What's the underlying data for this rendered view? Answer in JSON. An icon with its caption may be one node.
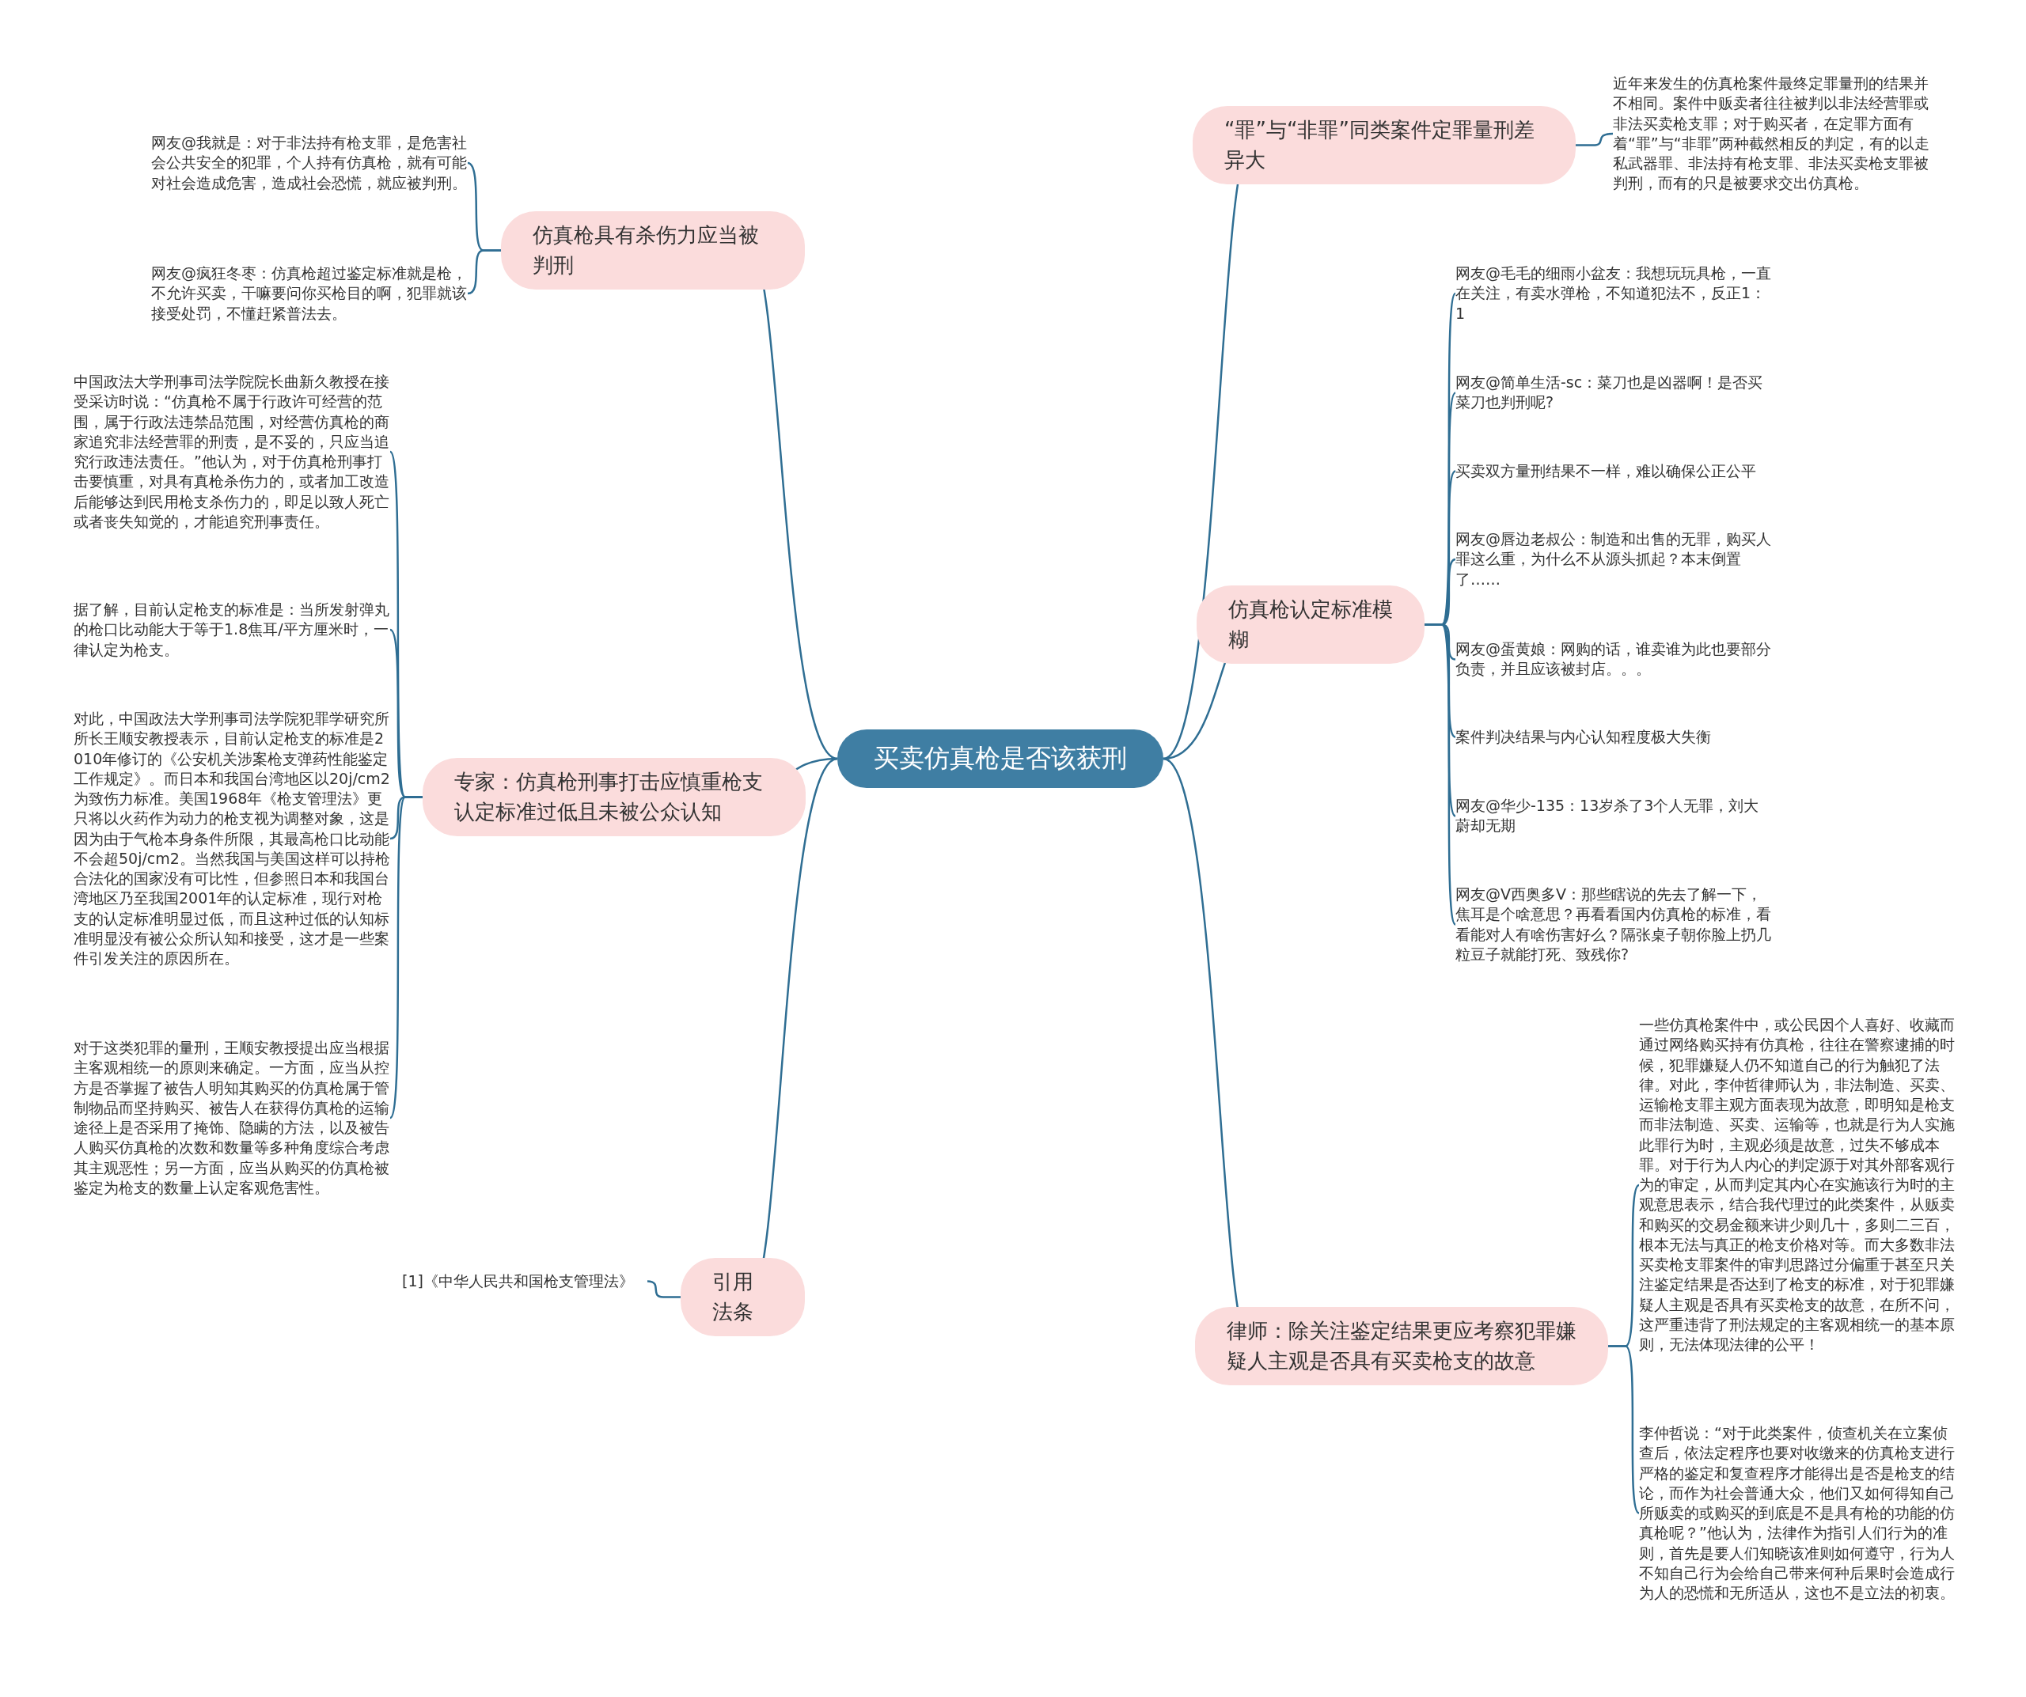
{
  "diagram": {
    "nodes": [
      {
        "text": [
          "买卖仿真枪是否该获刑"
        ]
      },
      {
        "text": [
          "仿真枪具有杀伤力应当被判刑"
        ]
      },
      {
        "text": [
          "网友@我就是：对于非法持有枪支罪，是危害社会公共安全的犯罪，个人持有仿真枪，就有可能对社会造成危害，造成社会恐慌，就应被判刑。"
        ]
      },
      {
        "text": [
          "网友@疯狂冬枣：仿真枪超过鉴定标准就是枪，不允许买卖，干嘛要问你买枪目的啊，犯罪就该接受处罚，不懂赶紧普法去。"
        ]
      },
      {
        "text": [
          "专家：仿真枪刑事打击应慎重枪支认定标准过低且未被公众认知"
        ]
      },
      {
        "text": [
          "中国政法大学刑事司法学院院长曲新久教授在接受采访时说：“仿真枪不属于行政许可经营的范围，属于行政法违禁品范围，对经营仿真枪的商家追究非法经营罪的刑责，是不妥的，只应当追究行政违法责任。”他认为，对于仿真枪刑事打击要慎重，对具有真枪杀伤力的，或者加工改造后能够达到民用枪支杀伤力的，即足以致人死亡或者丧失知觉的，才能追究刑事责任。"
        ]
      },
      {
        "text": [
          "据了解，目前认定枪支的标准是：当所发射弹丸的枪口比动能大于等于1.8焦耳/平方厘米时，一律认定为枪支。"
        ]
      },
      {
        "text": [
          "对此，中国政法大学刑事司法学院犯罪学研究所所长王顺安教授表示，目前认定枪支的标准是2010年修订的《公安机关涉案枪支弹药性能鉴定工作规定》。而日本和我国台湾地区以20j/cm2为致伤力标准。美国1968年《枪支管理法》更只将以火药作为动力的枪支视为调整对象，这是因为由于气枪本身条件所限，其最高枪口比动能不会超50j/cm2。当然我国与美国这样可以持枪合法化的国家没有可比性，但参照日本和我国台湾地区乃至我国2001年的认定标准，现行对枪支的认定标准明显过低，而且这种过低的认知标准明显没有被公众所认知和接受，这才是一些案件引发关注的原因所在。"
        ]
      },
      {
        "text": [
          "对于这类犯罪的量刑，王顺安教授提出应当根据主客观相统一的原则来确定。一方面，应当从控方是否掌握了被告人明知其购买的仿真枪属于管制物品而坚持购买、被告人在获得仿真枪的运输途径上是否采用了掩饰、隐瞒的方法，以及被告人购买仿真枪的次数和数量等多种角度综合考虑其主观恶性；另一方面，应当从购买的仿真枪被鉴定为枪支的数量上认定客观危害性。"
        ]
      },
      {
        "text": [
          "引用法条"
        ]
      },
      {
        "text": [
          "[1]《中华人民共和国枪支管理法》"
        ]
      },
      {
        "text": [
          "“罪”与“非罪”同类案件定罪量刑差异大"
        ]
      },
      {
        "text": [
          "近年来发生的仿真枪案件最终定罪量刑的结果并不相同。案件中贩卖者往往被判以非法经营罪或非法买卖枪支罪；对于购买者，在定罪方面有着“罪”与“非罪”两种截然相反的判定，有的以走私武器罪、非法持有枪支罪、非法买卖枪支罪被判刑，而有的只是被要求交出仿真枪。"
        ]
      },
      {
        "text": [
          "仿真枪认定标准模糊"
        ]
      },
      {
        "text": [
          "网友@毛毛的细雨小盆友：我想玩玩具枪，一直在关注，有卖水弹枪，不知道犯法不，反正1：1"
        ]
      },
      {
        "text": [
          "网友@简单生活-sc：菜刀也是凶器啊！是否买菜刀也判刑呢?"
        ]
      },
      {
        "text": [
          "买卖双方量刑结果不一样，难以确保公正公平"
        ]
      },
      {
        "text": [
          "网友@唇边老叔公：制造和出售的无罪，购买人罪这么重，为什么不从源头抓起？本末倒置了……"
        ]
      },
      {
        "text": [
          "网友@蛋黄娘：网购的话，谁卖谁为此也要部分负责，并且应该被封店。。。"
        ]
      },
      {
        "text": [
          "案件判决结果与内心认知程度极大失衡"
        ]
      },
      {
        "text": [
          "网友@华少-135：13岁杀了3个人无罪，刘大蔚却无期"
        ]
      },
      {
        "text": [
          "网友@V西奥多V：那些瞎说的先去了解一下，焦耳是个啥意思？再看看国内仿真枪的标准，看看能对人有啥伤害好么？隔张桌子朝你脸上扔几粒豆子就能打死、致残你?"
        ]
      },
      {
        "text": [
          "律师：除关注鉴定结果更应考察犯罪嫌疑人主观是否具有买卖枪支的故意"
        ]
      },
      {
        "text": [
          "一些仿真枪案件中，或公民因个人喜好、收藏而通过网络购买持有仿真枪，往往在警察逮捕的时候，犯罪嫌疑人仍不知道自己的行为触犯了法律。对此，李仲哲律师认为，非法制造、买卖、运输枪支罪主观方面表现为故意，即明知是枪支而非法制造、买卖、运输等，也就是行为人实施此罪行为时，主观必须是故意，过失不够成本罪。对于行为人内心的判定源于对其外部客观行为的审定，从而判定其内心在实施该行为时的主观意思表示，结合我代理过的此类案件，从贩卖和购买的交易金额来讲少则几十，多则二三百，根本无法与真正的枪支价格对等。而大多数非法买卖枪支罪案件的审判思路过分偏重于甚至只关注鉴定结果是否达到了枪支的标准，对于犯罪嫌疑人主观是否具有买卖枪支的故意，在所不问，这严重违背了刑法规定的主客观相统一的基本原则，无法体现法律的公平！"
        ]
      },
      {
        "text": [
          "李仲哲说：“对于此类案件，侦查机关在立案侦查后，依法定程序也要对收缴来的仿真枪支进行严格的鉴定和复查程序才能得出是否是枪支的结论，而作为社会普通大众，他们又如何得知自己所贩卖的或购买的到底是不是具有枪的功能的仿真枪呢？”他认为，法律作为指引人们行为的准则，首先是要人们知晓该准则如何遵守，行为人不知自己行为会给自己带来何种后果时会造成行为人的恐慌和无所适从，这也不是立法的初衷。"
        ]
      }
    ],
    "edges": [
      {
        "from": 0,
        "to": 1,
        "arrow": "none"
      },
      {
        "from": 1,
        "to": 2,
        "arrow": "none"
      },
      {
        "from": 1,
        "to": 3,
        "arrow": "none"
      },
      {
        "from": 0,
        "to": 4,
        "arrow": "none"
      },
      {
        "from": 4,
        "to": 5,
        "arrow": "none"
      },
      {
        "from": 4,
        "to": 6,
        "arrow": "none"
      },
      {
        "from": 4,
        "to": 7,
        "arrow": "none"
      },
      {
        "from": 4,
        "to": 8,
        "arrow": "none"
      },
      {
        "from": 0,
        "to": 9,
        "arrow": "none"
      },
      {
        "from": 9,
        "to": 10,
        "arrow": "none"
      },
      {
        "from": 0,
        "to": 11,
        "arrow": "none"
      },
      {
        "from": 11,
        "to": 12,
        "arrow": "none"
      },
      {
        "from": 0,
        "to": 13,
        "arrow": "none"
      },
      {
        "from": 13,
        "to": 14,
        "arrow": "none"
      },
      {
        "from": 13,
        "to": 15,
        "arrow": "none"
      },
      {
        "from": 13,
        "to": 16,
        "arrow": "none"
      },
      {
        "from": 13,
        "to": 17,
        "arrow": "none"
      },
      {
        "from": 13,
        "to": 18,
        "arrow": "none"
      },
      {
        "from": 13,
        "to": 19,
        "arrow": "none"
      },
      {
        "from": 13,
        "to": 20,
        "arrow": "none"
      },
      {
        "from": 13,
        "to": 21,
        "arrow": "none"
      },
      {
        "from": 0,
        "to": 22,
        "arrow": "none"
      },
      {
        "from": 22,
        "to": 23,
        "arrow": "none"
      },
      {
        "from": 22,
        "to": 24,
        "arrow": "none"
      }
    ]
  }
}
